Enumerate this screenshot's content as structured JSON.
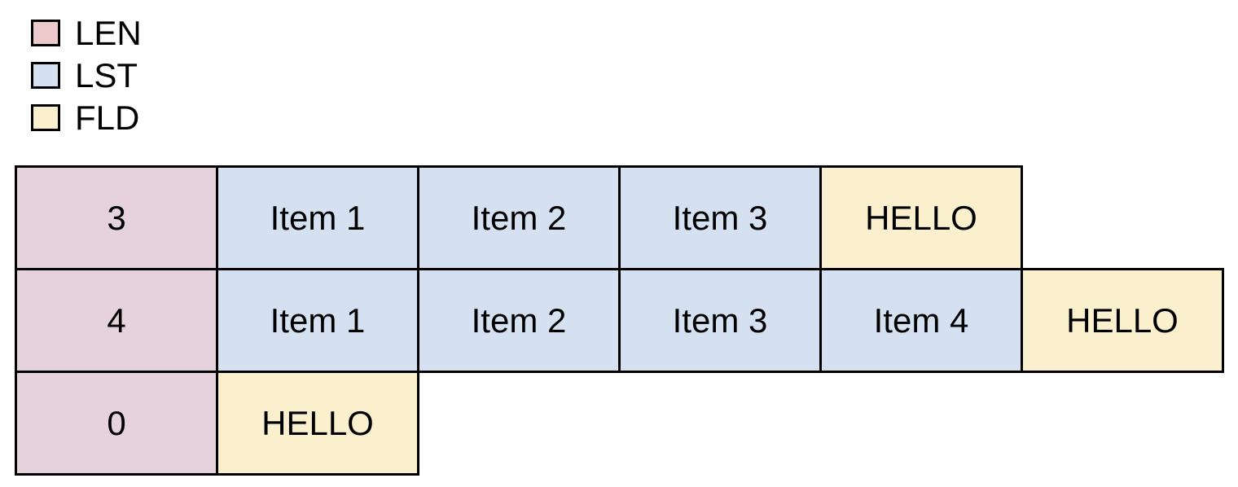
{
  "legend": {
    "items": [
      {
        "label": "LEN",
        "type": "len",
        "swatch_color": "#ecc9cb"
      },
      {
        "label": "LST",
        "type": "lst",
        "swatch_color": "#d5e1f0"
      },
      {
        "label": "FLD",
        "type": "fld",
        "swatch_color": "#faf0cd"
      }
    ]
  },
  "diagram": {
    "rows": [
      {
        "cells": [
          {
            "type": "len",
            "text": "3"
          },
          {
            "type": "lst",
            "text": "Item 1"
          },
          {
            "type": "lst",
            "text": "Item 2"
          },
          {
            "type": "lst",
            "text": "Item 3"
          },
          {
            "type": "fld",
            "text": "HELLO"
          }
        ]
      },
      {
        "cells": [
          {
            "type": "len",
            "text": "4"
          },
          {
            "type": "lst",
            "text": "Item 1"
          },
          {
            "type": "lst",
            "text": "Item 2"
          },
          {
            "type": "lst",
            "text": "Item 3"
          },
          {
            "type": "lst",
            "text": "Item 4"
          },
          {
            "type": "fld",
            "text": "HELLO"
          }
        ]
      },
      {
        "cells": [
          {
            "type": "len",
            "text": "0"
          },
          {
            "type": "fld",
            "text": "HELLO"
          }
        ]
      }
    ]
  },
  "colors": {
    "len_swatch": "#ecc9cb",
    "len_cell": "#e5d2dd",
    "lst": "#d5e1f0",
    "fld": "#faf0cd",
    "border": "#000000",
    "text": "#000000",
    "background": "#ffffff"
  }
}
